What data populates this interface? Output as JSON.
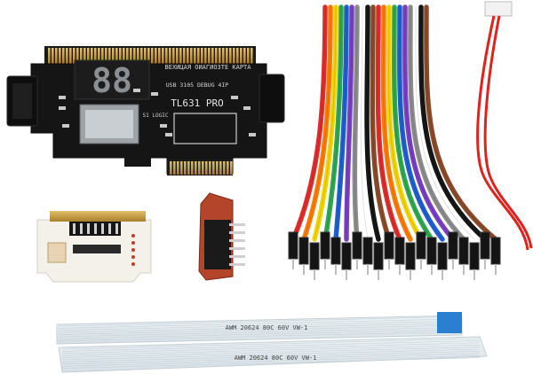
{
  "scene": {
    "description_tag": "product-photo",
    "background": "#ffffff"
  },
  "pcie_card": {
    "digit_display": "88",
    "silk_top": "ВЕХИЦАЯ ОИАГИОЗТЕ КАРТА",
    "silk_mid": "USB 3105 DEBUG 4IP",
    "silk_right": "TL631 PRO",
    "silk_chip": "S1 LOGIC",
    "pcb_color": "#151515",
    "gold_color": "#c9a14a",
    "led_color": "#8a8f94"
  },
  "small_boards": {
    "white_board_color": "#f4f1ea",
    "red_board_color": "#b5452a"
  },
  "dupont_cable": {
    "wire_colors": [
      "#e12c2c",
      "#ff7a00",
      "#f3d400",
      "#2fa84f",
      "#1f5fd1",
      "#7a3fc2",
      "#8c8c8c",
      "#ffffff",
      "#161616",
      "#8b4a2a",
      "#e12c2c",
      "#ff7a00",
      "#f3d400",
      "#2fa84f",
      "#1f5fd1",
      "#7a3fc2",
      "#8c8c8c",
      "#ffffff",
      "#161616",
      "#8b4a2a"
    ]
  },
  "red_wire": {
    "color": "#e0221c",
    "connector_color": "#f2f2f2"
  },
  "ffc_cables": {
    "cable_top_text": "AWM 20624 80C 60V VW-1",
    "cable_bottom_text": "AWM 20624 80C 60V VW-1",
    "stiffener_color": "#2b7fd0"
  }
}
